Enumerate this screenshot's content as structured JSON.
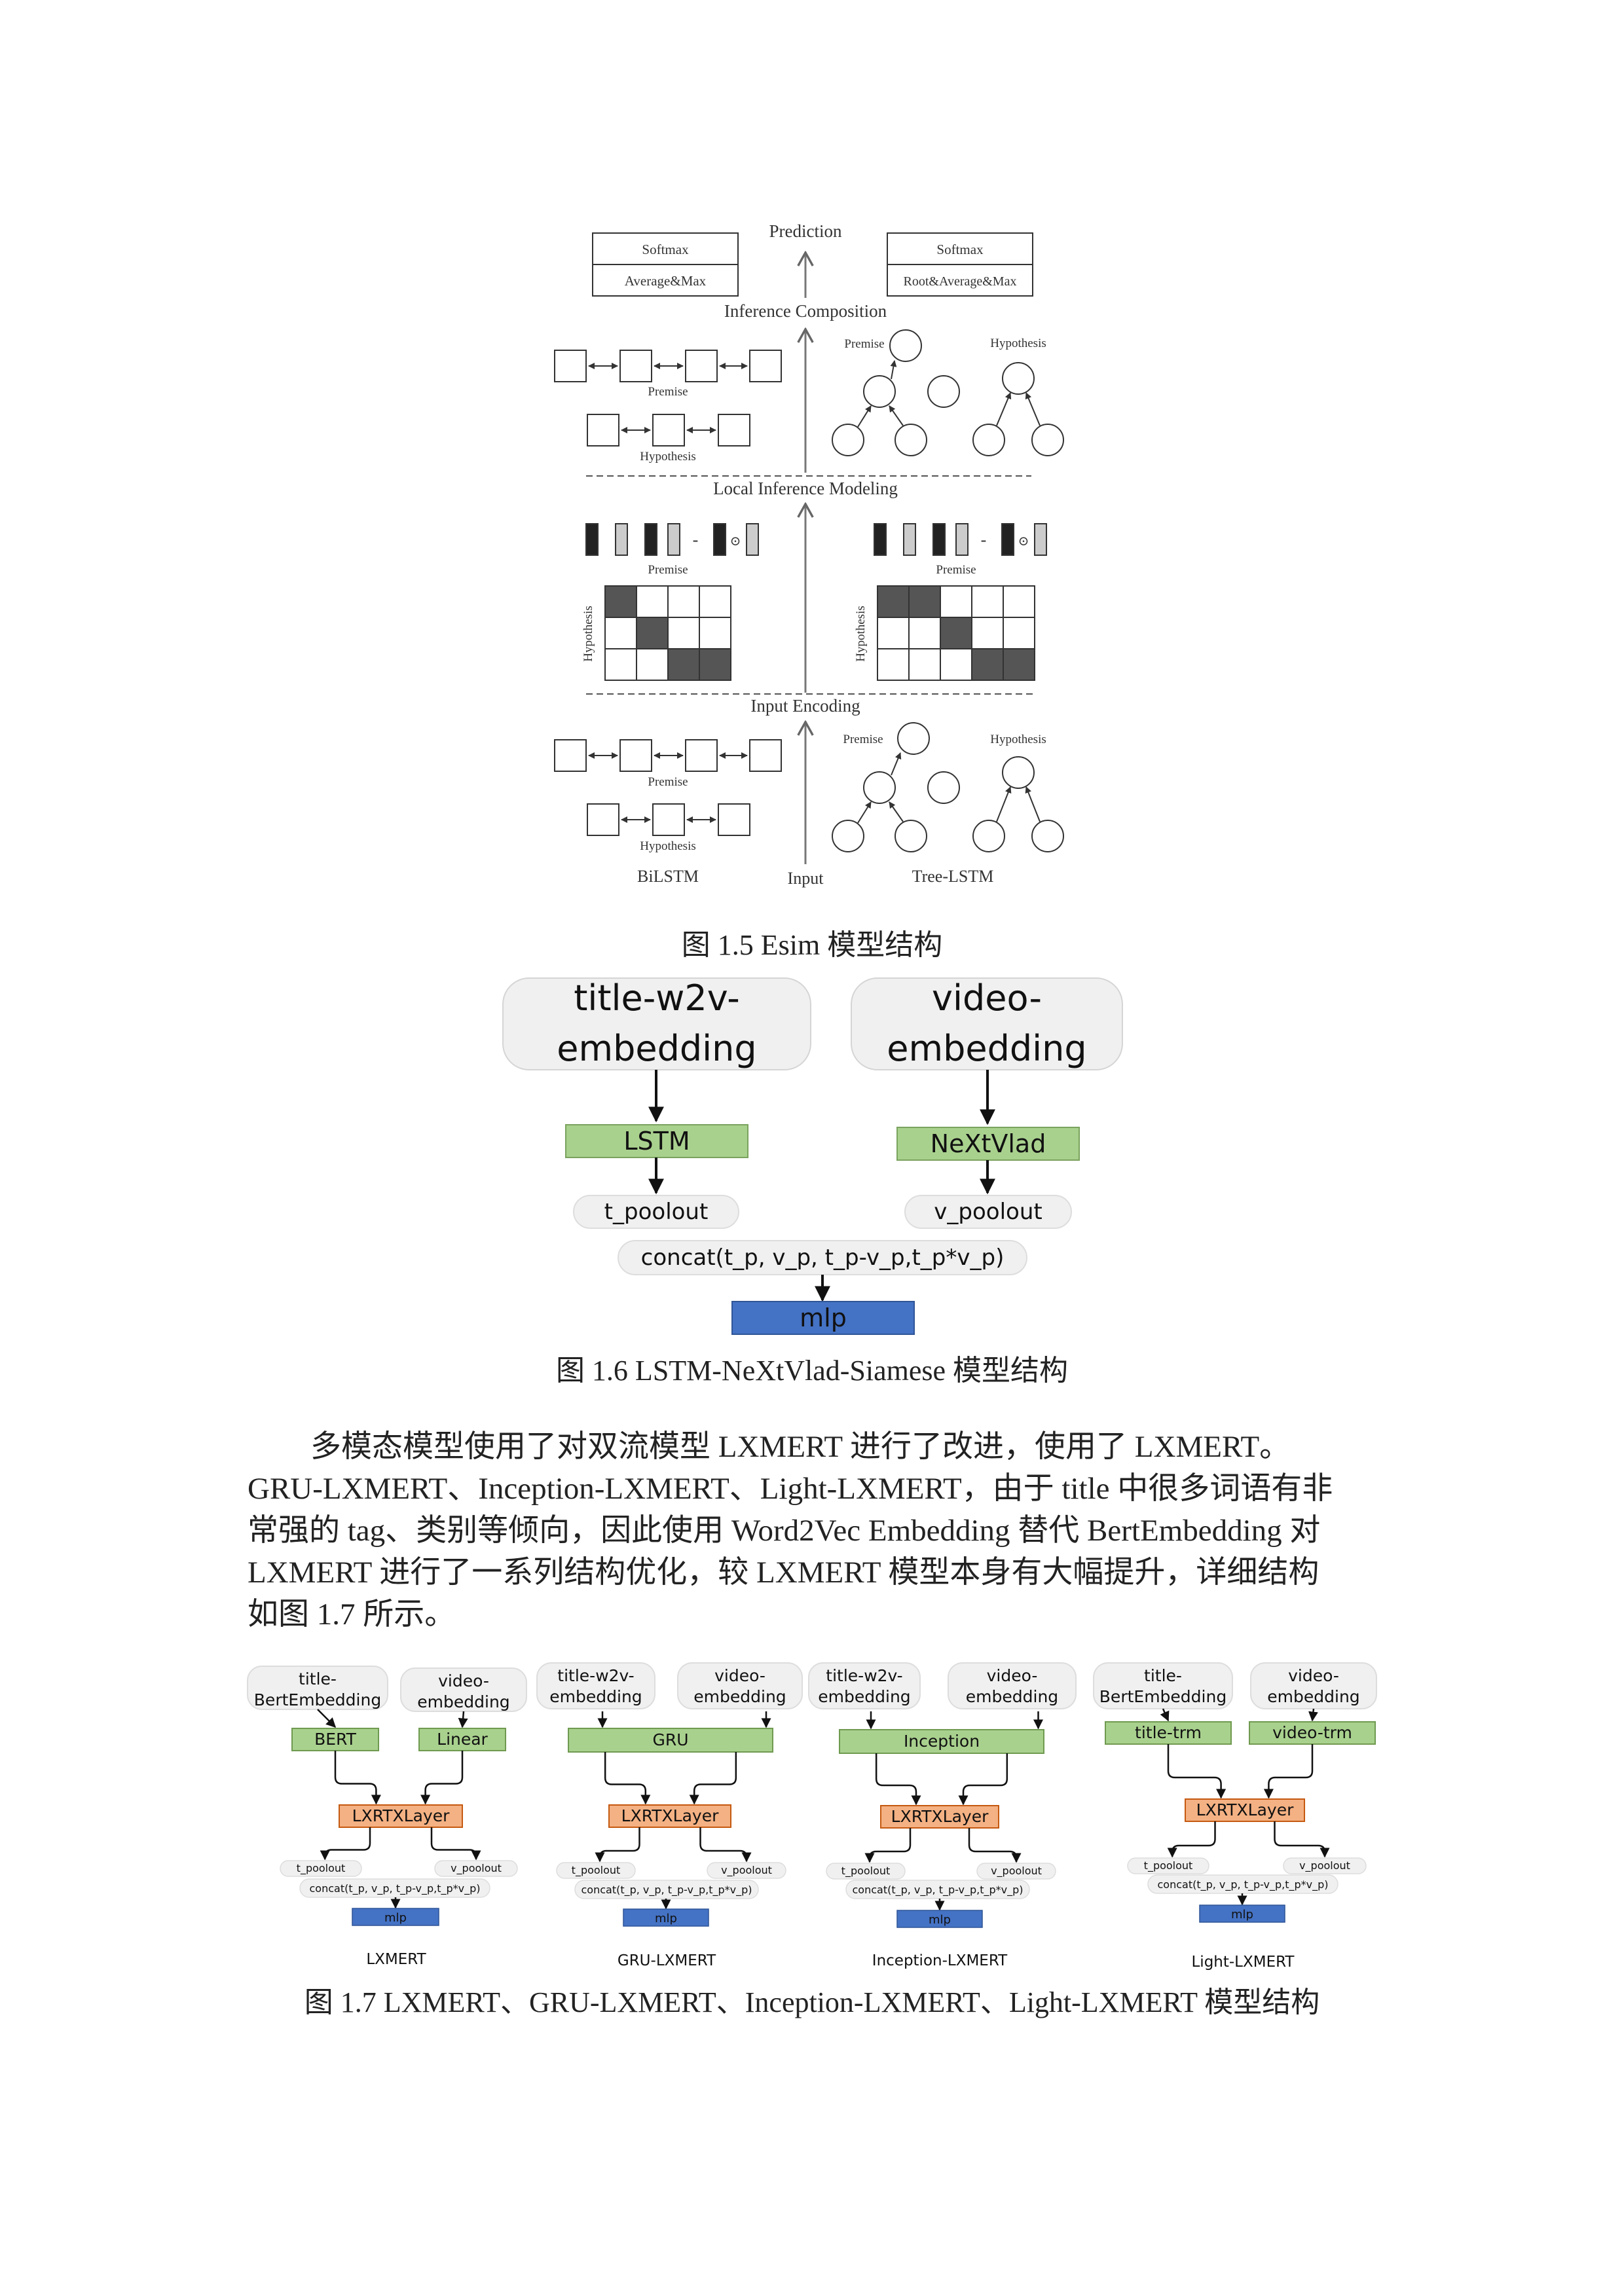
{
  "fig15": {
    "prediction": "Prediction",
    "inference_composition": "Inference Composition",
    "local_inference_modeling": "Local Inference Modeling",
    "input_encoding": "Input Encoding",
    "input": "Input",
    "softmax": "Softmax",
    "average_max": "Average&Max",
    "root_average_max": "Root&Average&Max",
    "premise": "Premise",
    "hypothesis": "Hypothesis",
    "bilstm": "BiLSTM",
    "tree_lstm": "Tree-LSTM",
    "minus": "-",
    "odot": "⊙",
    "caption": "图 1.5 Esim 模型结构"
  },
  "fig16": {
    "title_embedding_line1": "title-w2v-",
    "title_embedding_line2": "embedding",
    "video_embedding_line1": "video-",
    "video_embedding_line2": "embedding",
    "lstm": "LSTM",
    "nextvlad": "NeXtVlad",
    "t_poolout": "t_poolout",
    "v_poolout": "v_poolout",
    "concat": "concat(t_p, v_p, t_p-v_p,t_p*v_p)",
    "mlp": "mlp",
    "caption": "图 1.6 LSTM-NeXtVlad-Siamese 模型结构"
  },
  "paragraph": {
    "line1": "多模态模型使用了对双流模型 LXMERT 进行了改进，使用了 LXMERT。",
    "line2": "GRU-LXMERT、Inception-LXMERT、Light-LXMERT，由于 title 中很多词语有非",
    "line3": "常强的 tag、类别等倾向，因此使用 Word2Vec Embedding 替代 BertEmbedding 对",
    "line4": "LXMERT 进行了一系列结构优化，较 LXMERT 模型本身有大幅提升，详细结构",
    "line5": "如图 1.7 所示。"
  },
  "fig17": {
    "panels": [
      {
        "input1_l1": "title-",
        "input1_l2": "BertEmbedding",
        "input2_l1": "video-",
        "input2_l2": "embedding",
        "enc1": "BERT",
        "enc2": "Linear",
        "name": "LXMERT"
      },
      {
        "input1_l1": "title-w2v-",
        "input1_l2": "embedding",
        "input2_l1": "video-",
        "input2_l2": "embedding",
        "enc1": "GRU",
        "name": "GRU-LXMERT"
      },
      {
        "input1_l1": "title-w2v-",
        "input1_l2": "embedding",
        "input2_l1": "video-",
        "input2_l2": "embedding",
        "enc1": "Inception",
        "name": "Inception-LXMERT"
      },
      {
        "input1_l1": "title-",
        "input1_l2": "BertEmbedding",
        "input2_l1": "video-",
        "input2_l2": "embedding",
        "enc1": "title-trm",
        "enc2": "video-trm",
        "name": "Light-LXMERT"
      }
    ],
    "lxrtx": "LXRTXLayer",
    "t_poolout": "t_poolout",
    "v_poolout": "v_poolout",
    "concat": "concat(t_p, v_p, t_p-v_p,t_p*v_p)",
    "mlp": "mlp",
    "caption": "图 1.7 LXMERT、GRU-LXMERT、Inception-LXMERT、Light-LXMERT 模型结构"
  },
  "colors": {
    "green": "#a9d18e",
    "orange": "#f4b183",
    "blue": "#4472c4",
    "pill": "#f0f0f0",
    "dark_cell": "#555555"
  }
}
